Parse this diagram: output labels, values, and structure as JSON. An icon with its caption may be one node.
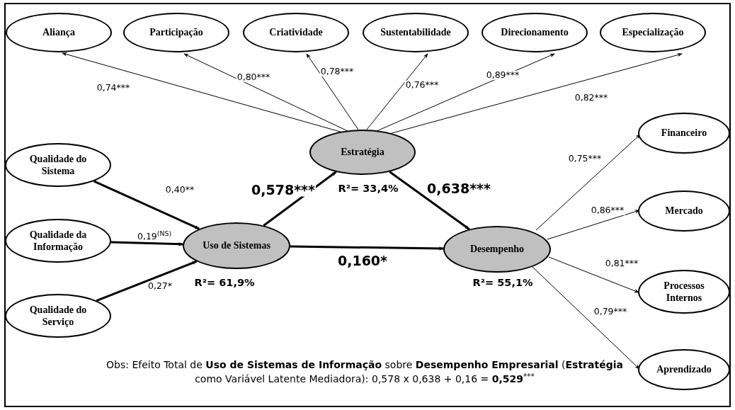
{
  "diagram": {
    "nodes": [
      {
        "text": [
          "Aliança"
        ]
      },
      {
        "text": [
          "Participação"
        ]
      },
      {
        "text": [
          "Criatividade"
        ]
      },
      {
        "text": [
          "Sustentabilidade"
        ]
      },
      {
        "text": [
          "Direcionamento"
        ]
      },
      {
        "text": [
          "Especialização"
        ]
      },
      {
        "text": [
          "Qualidade do Sistema"
        ]
      },
      {
        "text": [
          "Qualidade da Informação"
        ]
      },
      {
        "text": [
          "Qualidade do Serviço"
        ]
      },
      {
        "text": [
          "Uso de Sistemas"
        ],
        "beside": [
          "R²= 61,9%"
        ]
      },
      {
        "text": [
          "Estratégia"
        ],
        "beside": [
          "R²= 33,4%"
        ]
      },
      {
        "text": [
          "Desempenho"
        ],
        "beside": [
          "R²= 55,1%"
        ]
      },
      {
        "text": [
          "Financeiro"
        ]
      },
      {
        "text": [
          "Mercado"
        ]
      },
      {
        "text": [
          "Processos Internos"
        ]
      },
      {
        "text": [
          "Aprendizado"
        ]
      }
    ],
    "edges": [
      {
        "from": 10,
        "to": 0,
        "arrow": "to",
        "label": "0,74***"
      },
      {
        "from": 10,
        "to": 1,
        "arrow": "to",
        "label": "0,80***"
      },
      {
        "from": 10,
        "to": 2,
        "arrow": "to",
        "label": "0,78***"
      },
      {
        "from": 10,
        "to": 3,
        "arrow": "to",
        "label": "0,76***"
      },
      {
        "from": 10,
        "to": 4,
        "arrow": "to",
        "label": "0,89***"
      },
      {
        "from": 10,
        "to": 5,
        "arrow": "to",
        "label": "0,82***"
      },
      {
        "from": 6,
        "to": 9,
        "arrow": "to",
        "label": "0,40**",
        "style": "thick"
      },
      {
        "from": 7,
        "to": 9,
        "arrow": "to",
        "label": "0,19$^{(NS)}$",
        "style": "thick"
      },
      {
        "from": 8,
        "to": 9,
        "arrow": "to",
        "label": "0,27*",
        "style": "thick"
      },
      {
        "from": 9,
        "to": 10,
        "arrow": "to",
        "label": "0,578***",
        "style": "thick"
      },
      {
        "from": 10,
        "to": 11,
        "arrow": "to",
        "label": "0,638***",
        "style": "thick"
      },
      {
        "from": 9,
        "to": 11,
        "arrow": "to",
        "label": "0,160*",
        "style": "thick"
      },
      {
        "from": 11,
        "to": 12,
        "arrow": "to",
        "label": "0,75***"
      },
      {
        "from": 11,
        "to": 13,
        "arrow": "to",
        "label": "0,86***"
      },
      {
        "from": 11,
        "to": 14,
        "arrow": "to",
        "label": "0,81***"
      },
      {
        "from": 11,
        "to": 15,
        "arrow": "to",
        "label": "0,79***"
      }
    ],
    "labels": [
      "Obs: Efeito Total de **Uso de Sistemas de Informação** sobre **Desempenho Empresarial** (**Estratégia** como Variável Latente Mediadora): 0,578 x 0,638 + 0,16 = **0,529**$^{***}$"
    ]
  }
}
